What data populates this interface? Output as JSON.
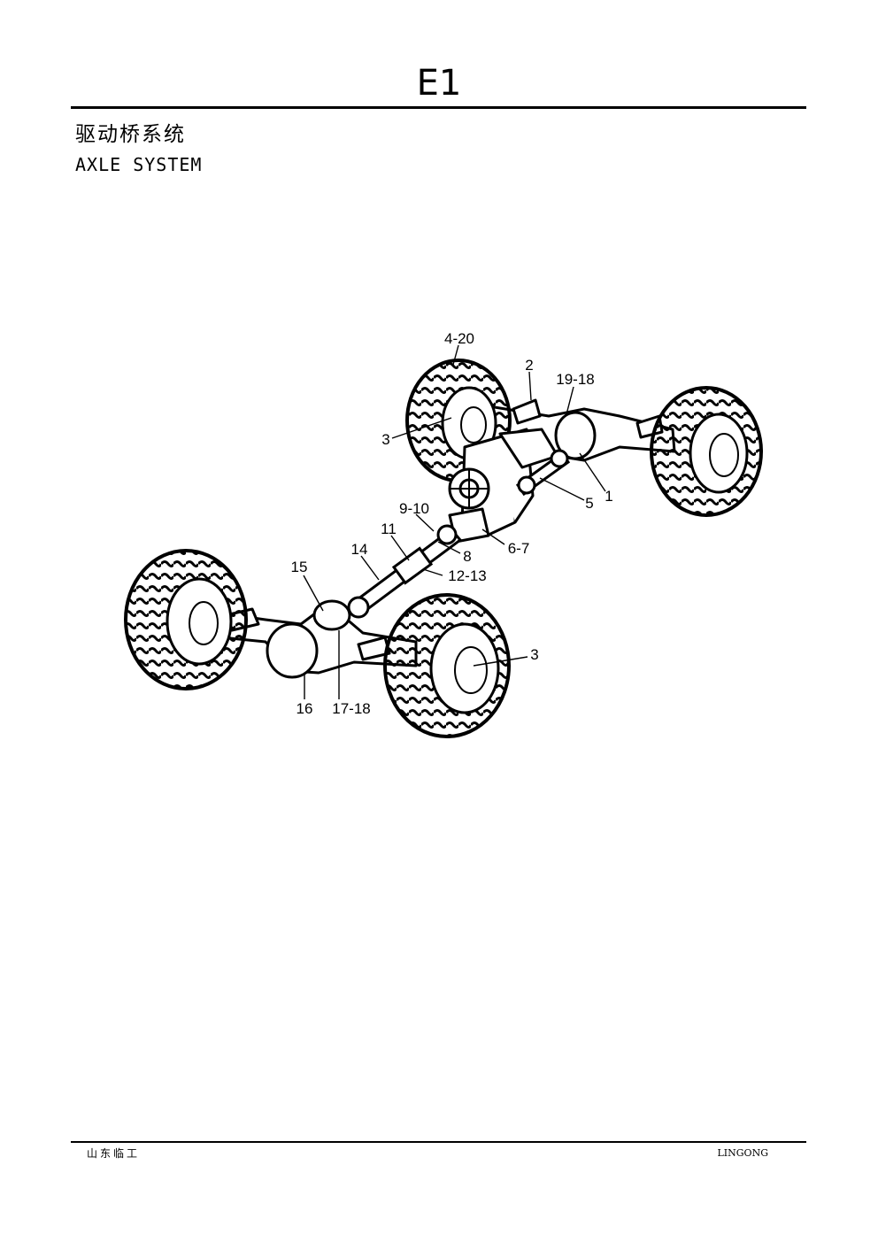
{
  "header": {
    "page_code": "E1",
    "title_cn": "驱动桥系统",
    "title_en": "AXLE SYSTEM"
  },
  "footer": {
    "left": "山东临工",
    "right": "LINGONG"
  },
  "diagram": {
    "callouts": [
      {
        "id": "c-4-20",
        "text": "4-20"
      },
      {
        "id": "c-2",
        "text": "2"
      },
      {
        "id": "c-19-18",
        "text": "19-18"
      },
      {
        "id": "c-3a",
        "text": "3"
      },
      {
        "id": "c-5",
        "text": "5"
      },
      {
        "id": "c-1",
        "text": "1"
      },
      {
        "id": "c-9-10",
        "text": "9-10"
      },
      {
        "id": "c-6-7",
        "text": "6-7"
      },
      {
        "id": "c-11",
        "text": "11"
      },
      {
        "id": "c-8",
        "text": "8"
      },
      {
        "id": "c-14",
        "text": "14"
      },
      {
        "id": "c-12-13",
        "text": "12-13"
      },
      {
        "id": "c-15",
        "text": "15"
      },
      {
        "id": "c-3b",
        "text": "3"
      },
      {
        "id": "c-16",
        "text": "16"
      },
      {
        "id": "c-17-18",
        "text": "17-18"
      }
    ]
  }
}
